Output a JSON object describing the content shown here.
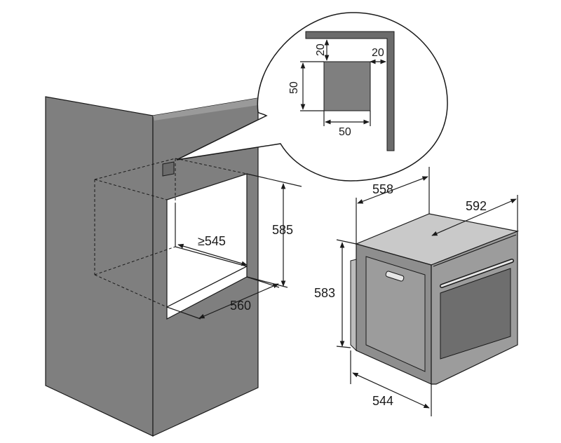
{
  "colors": {
    "cabinet_fill": "#7f7f7f",
    "cabinet_top": "#9a9a9a",
    "oven_front": "#9c9c9c",
    "oven_top": "#c9c9c9",
    "oven_side": "#8e8e8e",
    "glass": "#6e6e6e",
    "vent": "#6b6b6b",
    "line": "#1a1a1a"
  },
  "dimensions": {
    "niche_depth": "≥545",
    "niche_height": "585",
    "niche_width": "560",
    "oven_depth": "558",
    "oven_width": "592",
    "oven_height": "583",
    "oven_body_width": "544"
  },
  "detail": {
    "vent_top_offset": "20",
    "vent_side_offset": "20",
    "vent_height": "50",
    "vent_width": "50"
  }
}
